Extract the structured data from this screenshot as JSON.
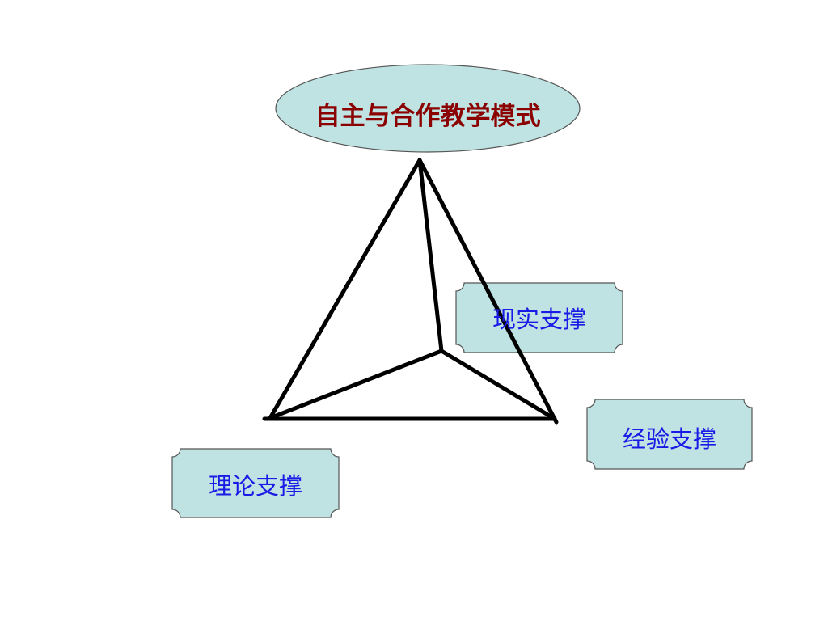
{
  "title": {
    "text": "自主与合作教学模式",
    "text_color": "#8B0000",
    "fill_color": "#BFE3E3"
  },
  "supports": [
    {
      "id": "reality",
      "text": "现实支撑"
    },
    {
      "id": "experience",
      "text": "经验支撑"
    },
    {
      "id": "theory",
      "text": "理论支撑"
    }
  ],
  "support_style": {
    "text_color": "#1A1AE6",
    "fill_color": "#BFE3E3",
    "border_color": "#555555"
  },
  "pyramid": {
    "stroke_color": "#000000"
  }
}
